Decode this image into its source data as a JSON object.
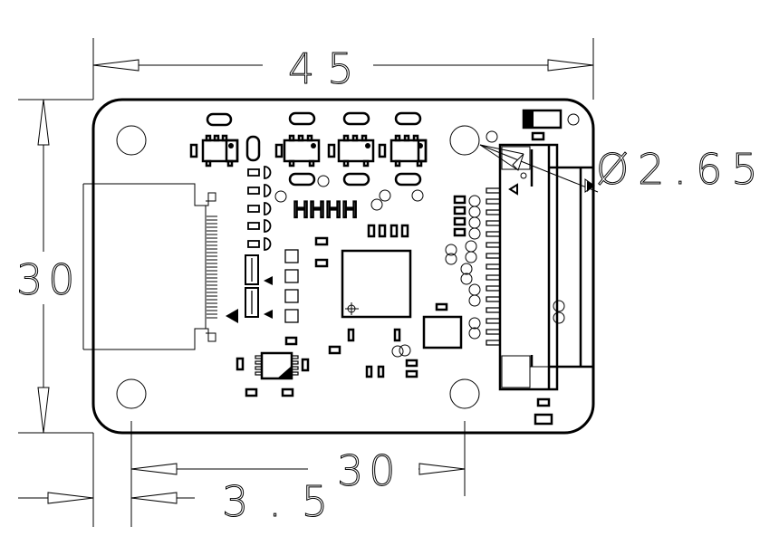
{
  "dimensions": {
    "width_label": "45",
    "height_label": "30",
    "hole_diameter_label": "Ø2.65",
    "hole_spacing_label": "30",
    "hole_offset_label": "3.5"
  },
  "board": {
    "silkscreen_text": "HHHH"
  },
  "colors": {
    "line": "#000000",
    "background": "#ffffff"
  }
}
